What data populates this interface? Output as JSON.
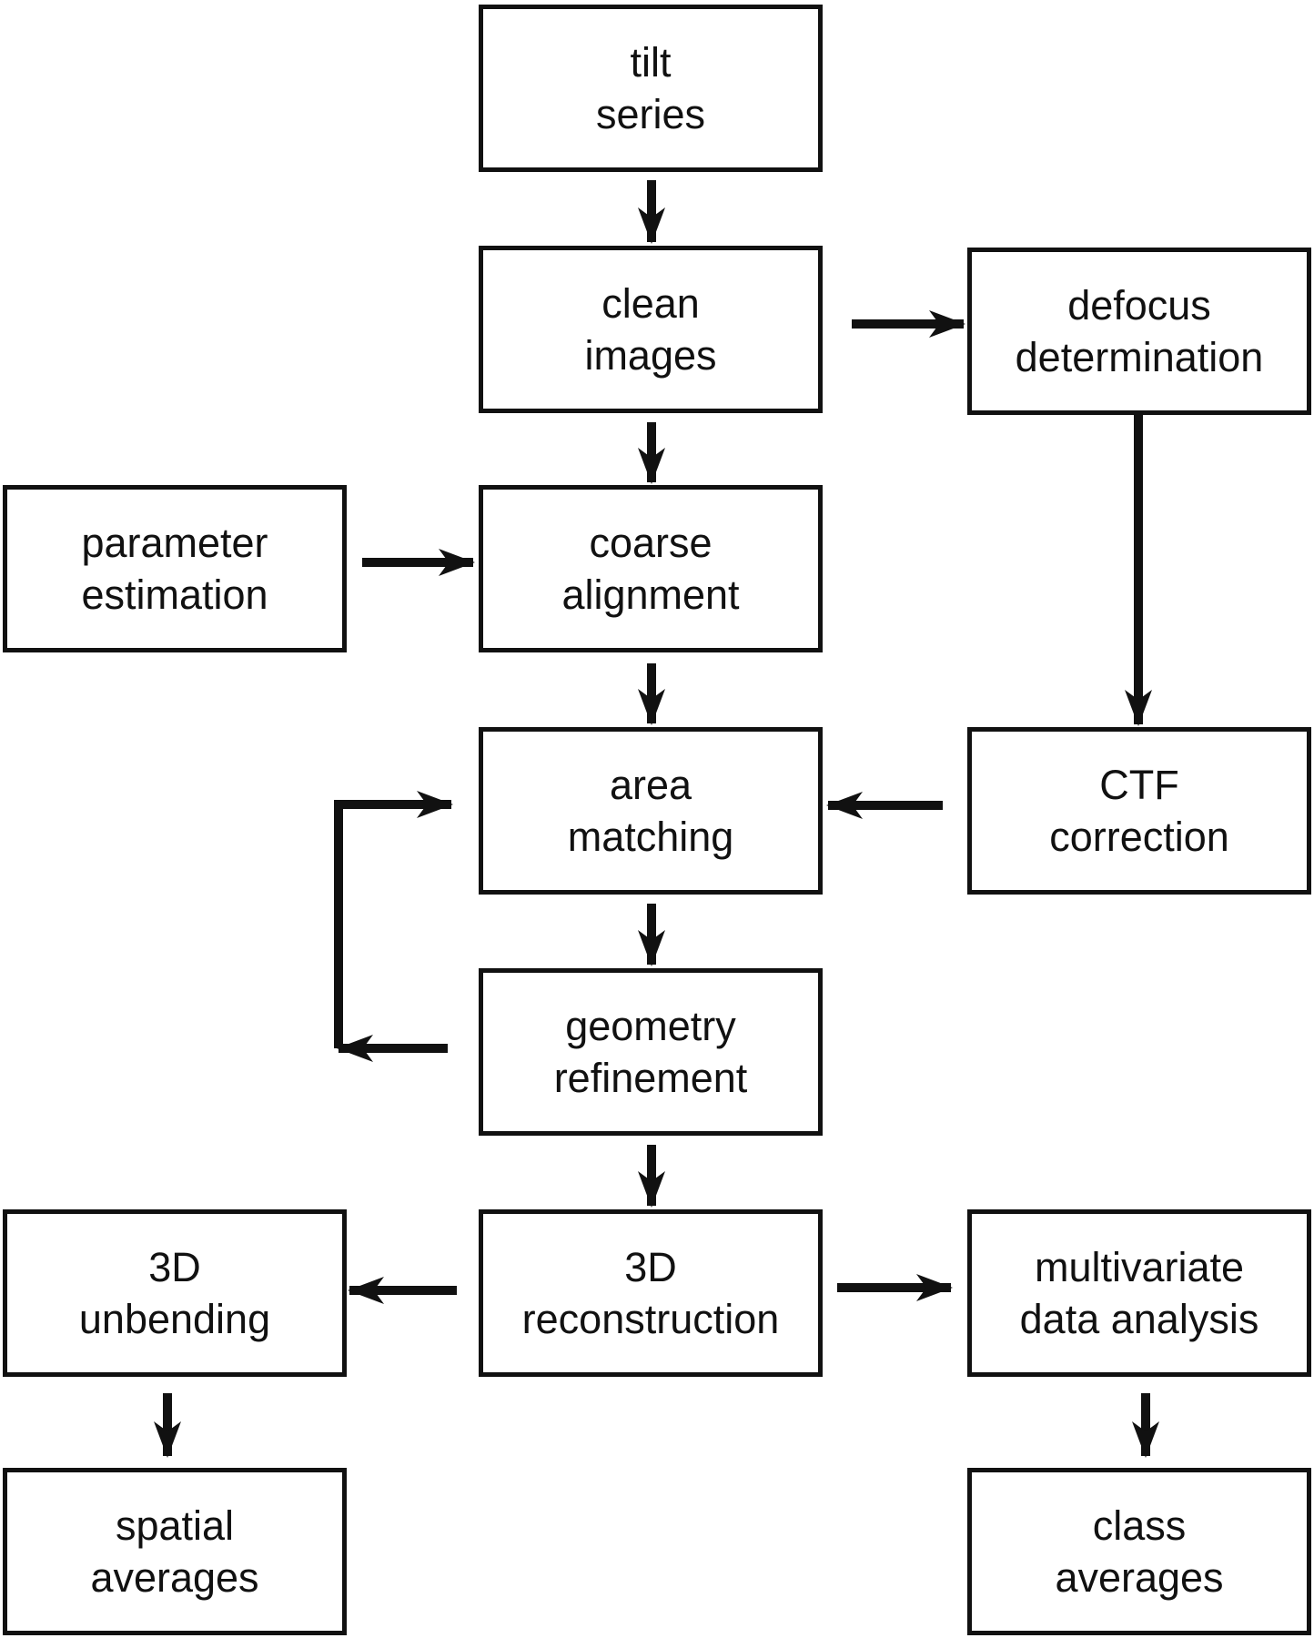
{
  "diagram": {
    "nodes": [
      {
        "id": "tilt",
        "lines": [
          "tilt",
          "series"
        ]
      },
      {
        "id": "clean",
        "lines": [
          "clean",
          "images"
        ]
      },
      {
        "id": "defocus",
        "lines": [
          "defocus",
          "determination"
        ]
      },
      {
        "id": "param",
        "lines": [
          "parameter",
          "estimation"
        ]
      },
      {
        "id": "coarse",
        "lines": [
          "coarse",
          "alignment"
        ]
      },
      {
        "id": "area",
        "lines": [
          "area",
          "matching"
        ]
      },
      {
        "id": "ctf",
        "lines": [
          "CTF",
          "correction"
        ]
      },
      {
        "id": "geom",
        "lines": [
          "geometry",
          "refinement"
        ]
      },
      {
        "id": "unbend",
        "lines": [
          "3D",
          "unbending"
        ]
      },
      {
        "id": "recon",
        "lines": [
          "3D",
          "reconstruction"
        ]
      },
      {
        "id": "mva",
        "lines": [
          "multivariate",
          "data analysis"
        ]
      },
      {
        "id": "spatial",
        "lines": [
          "spatial",
          "averages"
        ]
      },
      {
        "id": "class",
        "lines": [
          "class",
          "averages"
        ]
      }
    ],
    "edges": [
      {
        "from": "tilt",
        "to": "clean"
      },
      {
        "from": "clean",
        "to": "defocus"
      },
      {
        "from": "clean",
        "to": "coarse"
      },
      {
        "from": "param",
        "to": "coarse"
      },
      {
        "from": "defocus",
        "to": "ctf"
      },
      {
        "from": "coarse",
        "to": "area"
      },
      {
        "from": "ctf",
        "to": "area"
      },
      {
        "from": "area",
        "to": "geom"
      },
      {
        "from": "geom",
        "to": "area"
      },
      {
        "from": "geom",
        "to": "recon"
      },
      {
        "from": "recon",
        "to": "unbend"
      },
      {
        "from": "recon",
        "to": "mva"
      },
      {
        "from": "unbend",
        "to": "spatial"
      },
      {
        "from": "mva",
        "to": "class"
      }
    ]
  }
}
